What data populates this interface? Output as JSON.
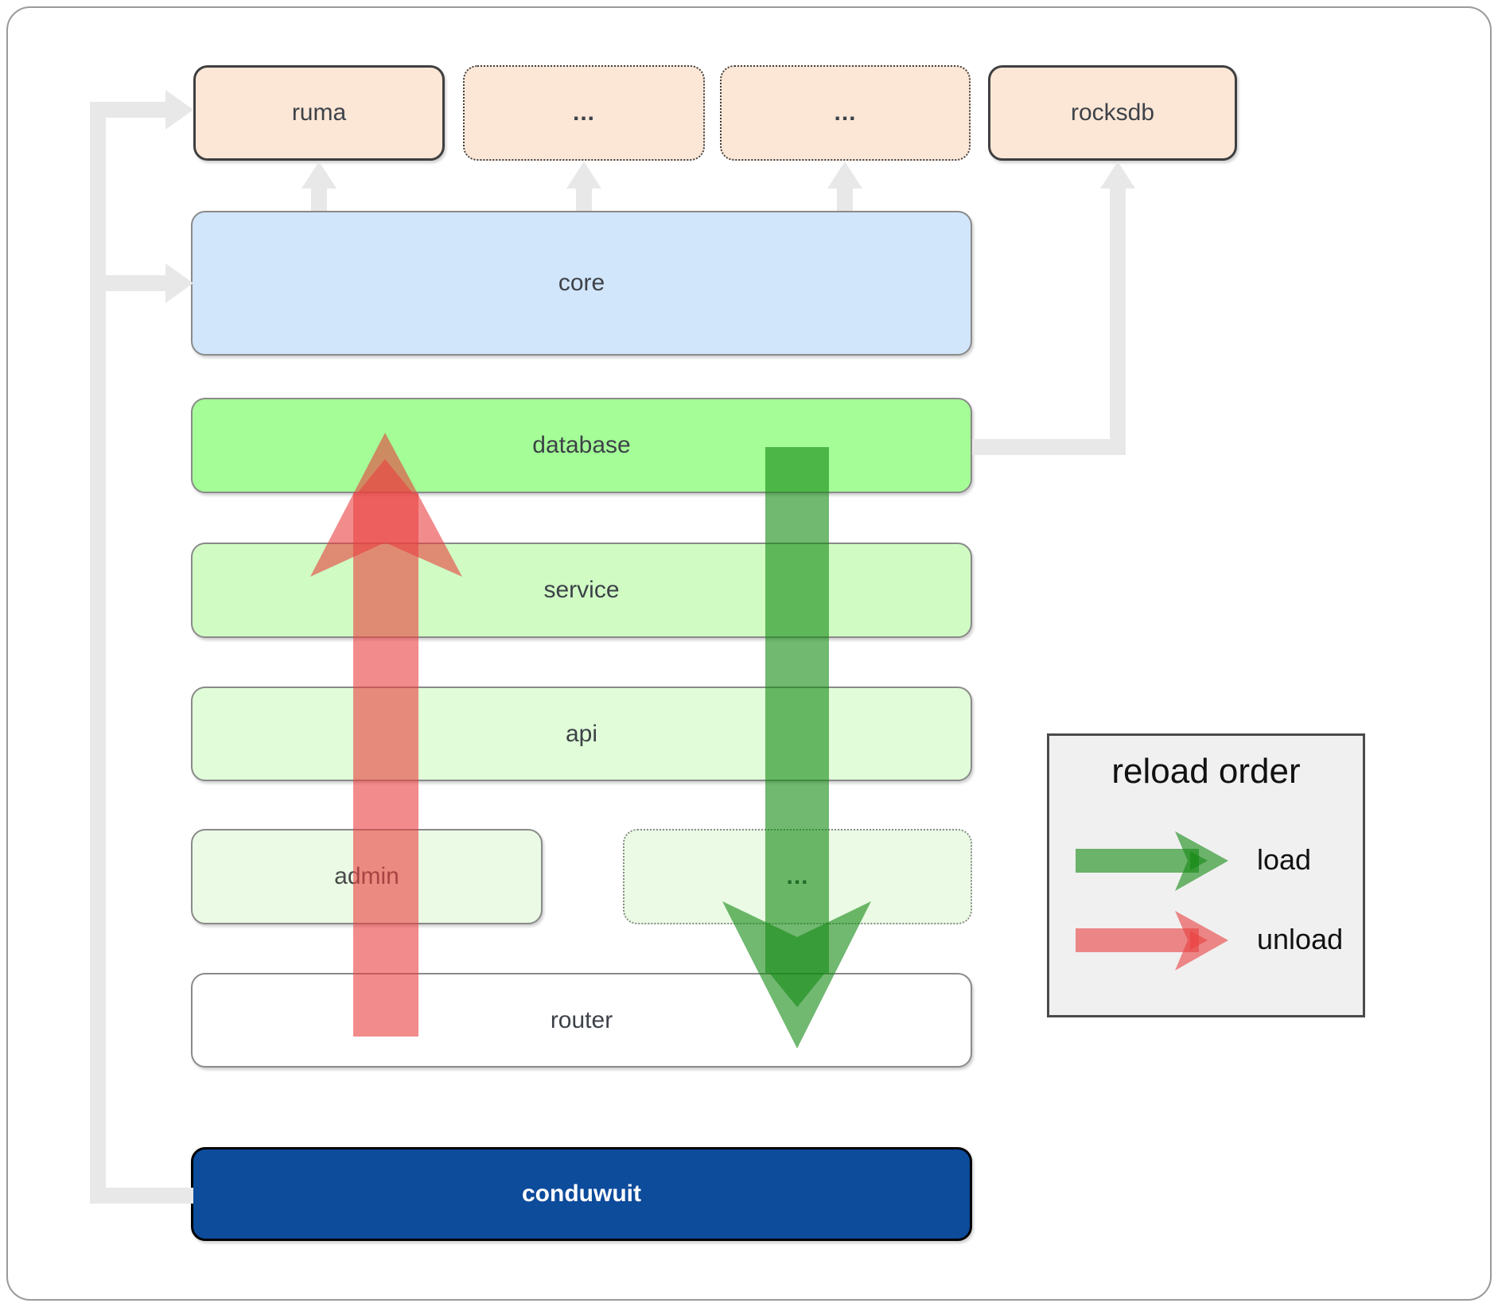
{
  "diagram": {
    "top_row": [
      {
        "label": "ruma",
        "style": "solid"
      },
      {
        "label": "...",
        "style": "dotted"
      },
      {
        "label": "...",
        "style": "dotted"
      },
      {
        "label": "rocksdb",
        "style": "solid"
      }
    ],
    "layers": [
      {
        "label": "core"
      },
      {
        "label": "database"
      },
      {
        "label": "service"
      },
      {
        "label": "api"
      },
      {
        "label": "router"
      }
    ],
    "admin_row": [
      {
        "label": "admin"
      },
      {
        "label": "..."
      }
    ],
    "app": {
      "label": "conduwuit"
    },
    "legend": {
      "title": "reload order",
      "items": [
        {
          "label": "load",
          "color": "#128812"
        },
        {
          "label": "unload",
          "color": "#ea4040"
        }
      ]
    },
    "colors": {
      "peach_fill": "#fce7d7",
      "core_fill": "#d1e5fb",
      "database_fill": "#a4fd96",
      "service_fill": "#d0fcc4",
      "api_fill": "#e0fcd8",
      "admin_fill": "#eafae4",
      "router_fill": "#ffffff",
      "conduwuit_fill": "#0d4b9b",
      "load_arrow": "#128812",
      "unload_arrow": "#ea4040",
      "connector_gray": "#e8e8e8",
      "legend_bg": "#f0f0f0"
    }
  }
}
